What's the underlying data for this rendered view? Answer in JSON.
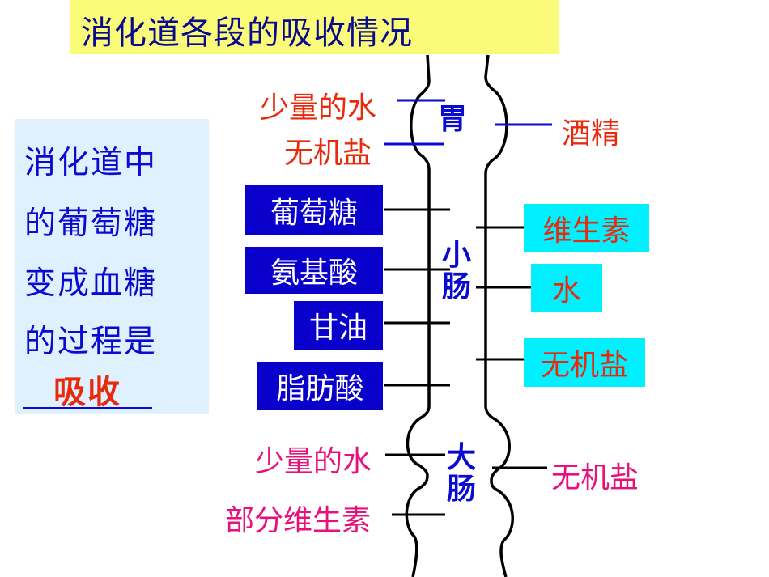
{
  "title": "消化道各段的吸收情况",
  "question": {
    "lines": [
      "消化道中",
      "的葡萄糖",
      "变成血糖",
      "的过程是"
    ],
    "answer": "吸收"
  },
  "stomach": {
    "organ_label": "胃",
    "left": [
      "少量的水",
      "无机盐"
    ],
    "right": [
      "酒精"
    ]
  },
  "small_intestine": {
    "organ_label": "小\n肠",
    "left": [
      "葡萄糖",
      "氨基酸",
      "甘油",
      "脂肪酸"
    ],
    "right": [
      "维生素",
      "水",
      "无机盐"
    ]
  },
  "large_intestine": {
    "organ_label": "大\n肠",
    "left": [
      "少量的水",
      "部分维生素"
    ],
    "right": [
      "无机盐"
    ]
  },
  "colors": {
    "title_bg": "#fbfb7a",
    "question_bg": "#dff0ff",
    "navy_box": "#0a00cc",
    "cyan_box": "#00f0ff",
    "orange_text": "#e8290b",
    "pink_text": "#e8117a",
    "blue_text": "#0a0ad0"
  }
}
